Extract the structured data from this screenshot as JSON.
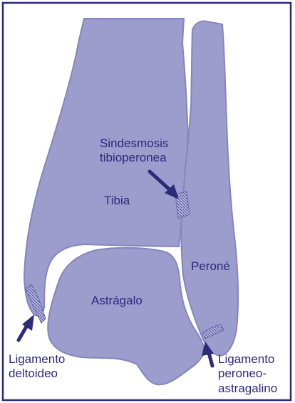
{
  "labels": {
    "sindesmosis_line1": "Sindesmosis",
    "sindesmosis_line2": "tibioperonea",
    "tibia": "Tibia",
    "perone": "Peroné",
    "astragalo": "Astrágalo",
    "ligamento_deltoideo_line1": "Ligamento",
    "ligamento_deltoideo_line2": "deltoideo",
    "ligamento_perone_line1": "Ligamento",
    "ligamento_perone_line2": "peroneo-",
    "ligamento_perone_line3": "astragalino"
  },
  "colors": {
    "frame": "#2c2a7a",
    "bone_fill": "#9c9ccd",
    "bone_stroke": "#8585bf",
    "arrow": "#2c2a7a",
    "text": "#2c2a7a"
  }
}
